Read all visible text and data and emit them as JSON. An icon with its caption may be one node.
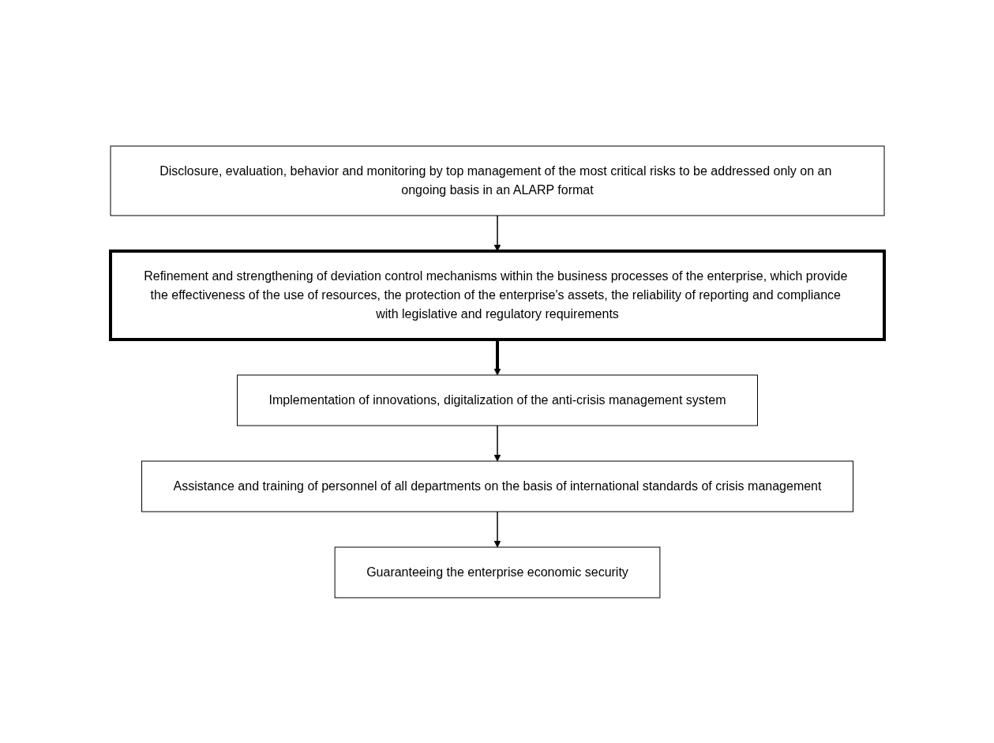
{
  "diagram": {
    "nodes": [
      {
        "text": [
          "Disclosure, evaluation, behavior and monitoring by top management of the most critical risks to be addressed only on an ongoing basis in an ALARP format"
        ]
      },
      {
        "text": [
          "Refinement and strengthening of deviation control mechanisms within the business processes of the enterprise, which provide the effectiveness of the use of resources, the protection of the enterprise's assets, the reliability of reporting and compliance with legislative and regulatory requirements"
        ]
      },
      {
        "text": [
          "Implementation of innovations, digitalization of the anti-crisis management system"
        ]
      },
      {
        "text": [
          "Assistance and training of personnel of all departments on the basis of international standards of crisis management"
        ]
      },
      {
        "text": [
          "Guaranteeing the enterprise economic security"
        ]
      }
    ],
    "edges": [
      {
        "from": 0,
        "to": 1,
        "arrow": "to"
      },
      {
        "from": 1,
        "to": 2,
        "arrow": "to",
        "style": "thick"
      },
      {
        "from": 2,
        "to": 3,
        "arrow": "to"
      },
      {
        "from": 3,
        "to": 4,
        "arrow": "to"
      }
    ]
  }
}
